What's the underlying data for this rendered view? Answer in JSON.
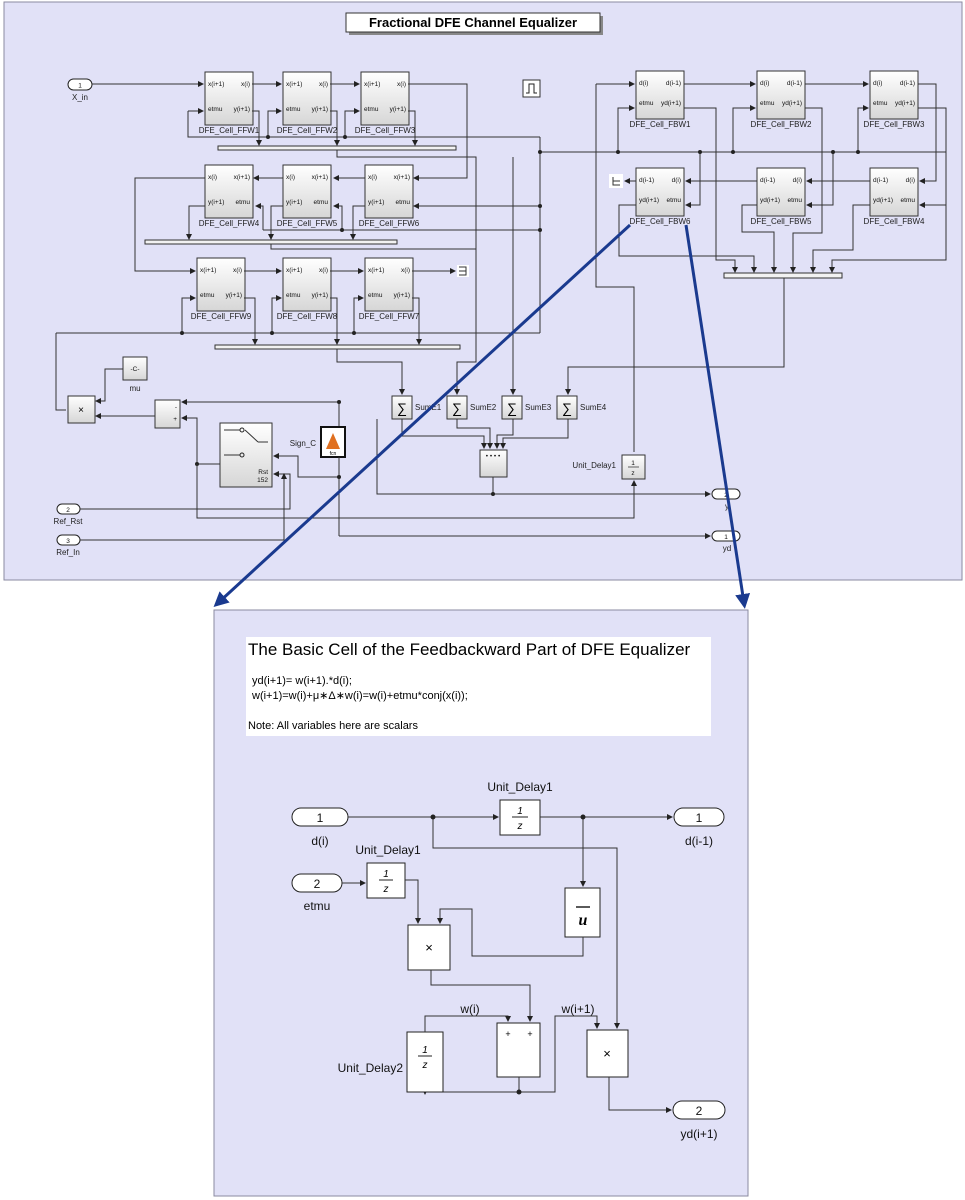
{
  "top": {
    "title": "Fractional DFE Channel Equalizer",
    "inports": [
      {
        "num": "1",
        "name": "X_in"
      },
      {
        "num": "2",
        "name": "Ref_Rst"
      },
      {
        "num": "3",
        "name": "Ref_In"
      }
    ],
    "outports": [
      {
        "num": "2",
        "name": "y"
      },
      {
        "num": "1",
        "name": "yd"
      }
    ],
    "ffw_cells": [
      {
        "name": "DFE_Cell_FFW1",
        "p1": "x(i+1)",
        "p2": "x(i)",
        "p3": "etmu",
        "p4": "y(i+1)"
      },
      {
        "name": "DFE_Cell_FFW2",
        "p1": "x(i+1)",
        "p2": "x(i)",
        "p3": "etmu",
        "p4": "y(i+1)"
      },
      {
        "name": "DFE_Cell_FFW3",
        "p1": "x(i+1)",
        "p2": "x(i)",
        "p3": "etmu",
        "p4": "y(i+1)"
      },
      {
        "name": "DFE_Cell_FFW4",
        "p1": "x(i)",
        "p2": "x(i+1)",
        "p3": "y(i+1)",
        "p4": "etmu"
      },
      {
        "name": "DFE_Cell_FFW5",
        "p1": "x(i)",
        "p2": "x(i+1)",
        "p3": "y(i+1)",
        "p4": "etmu"
      },
      {
        "name": "DFE_Cell_FFW6",
        "p1": "x(i)",
        "p2": "x(i+1)",
        "p3": "y(i+1)",
        "p4": "etmu"
      },
      {
        "name": "DFE_Cell_FFW9",
        "p1": "x(i+1)",
        "p2": "x(i)",
        "p3": "etmu",
        "p4": "y(i+1)"
      },
      {
        "name": "DFE_Cell_FFW8",
        "p1": "x(i+1)",
        "p2": "x(i)",
        "p3": "etmu",
        "p4": "y(i+1)"
      },
      {
        "name": "DFE_Cell_FFW7",
        "p1": "x(i+1)",
        "p2": "x(i)",
        "p3": "etmu",
        "p4": "y(i+1)"
      }
    ],
    "fbw_cells": [
      {
        "name": "DFE_Cell_FBW1",
        "p1": "d(i)",
        "p2": "d(i-1)",
        "p3": "etmu",
        "p4": "yd(i+1)"
      },
      {
        "name": "DFE_Cell_FBW2",
        "p1": "d(i)",
        "p2": "d(i-1)",
        "p3": "etmu",
        "p4": "yd(i+1)"
      },
      {
        "name": "DFE_Cell_FBW3",
        "p1": "d(i)",
        "p2": "d(i-1)",
        "p3": "etmu",
        "p4": "yd(i+1)"
      },
      {
        "name": "DFE_Cell_FBW6",
        "p1": "d(i-1)",
        "p2": "d(i)",
        "p3": "yd(i+1)",
        "p4": "etmu"
      },
      {
        "name": "DFE_Cell_FBW5",
        "p1": "d(i-1)",
        "p2": "d(i)",
        "p3": "yd(i+1)",
        "p4": "etmu"
      },
      {
        "name": "DFE_Cell_FBW4",
        "p1": "d(i-1)",
        "p2": "d(i)",
        "p3": "yd(i+1)",
        "p4": "etmu"
      }
    ],
    "mu_const": {
      "value": "-C-",
      "name": "mu"
    },
    "product_symbol": "×",
    "sum_signs": [
      "-",
      "+"
    ],
    "switch": {
      "label": "Rst",
      "value": "152"
    },
    "sign_c": {
      "name": "Sign_C",
      "text": "fcn"
    },
    "sums": [
      "SumE1",
      "SumE2",
      "SumE3",
      "SumE4"
    ],
    "unit_delay": {
      "name": "Unit_Delay1",
      "num": "1",
      "den": "z"
    }
  },
  "detail": {
    "title": "The Basic Cell of the Feedbackward Part of DFE Equalizer",
    "eq1": "yd(i+1)= w(i+1).*d(i);",
    "eq2": "w(i+1)=w(i)+μ∗Δ∗w(i)=w(i)+etmu*conj(x(i));",
    "note": "Note: All variables here are scalars",
    "in1": {
      "num": "1",
      "name": "d(i)"
    },
    "in2": {
      "num": "2",
      "name": "etmu"
    },
    "out1": {
      "num": "1",
      "name": "d(i-1)"
    },
    "out2": {
      "num": "2",
      "name": "yd(i+1)"
    },
    "delay1": "Unit_Delay1",
    "delay1b": "Unit_Delay1",
    "delay2": "Unit_Delay2",
    "conj": "u",
    "product": "×",
    "sum_signs": [
      "+",
      "+"
    ],
    "w_i": "w(i)",
    "w_i1": "w(i+1)",
    "delay_num": "1",
    "delay_den": "z"
  },
  "colors": {
    "panel": "#e1e1f7",
    "arrow": "#1a3a8f"
  }
}
